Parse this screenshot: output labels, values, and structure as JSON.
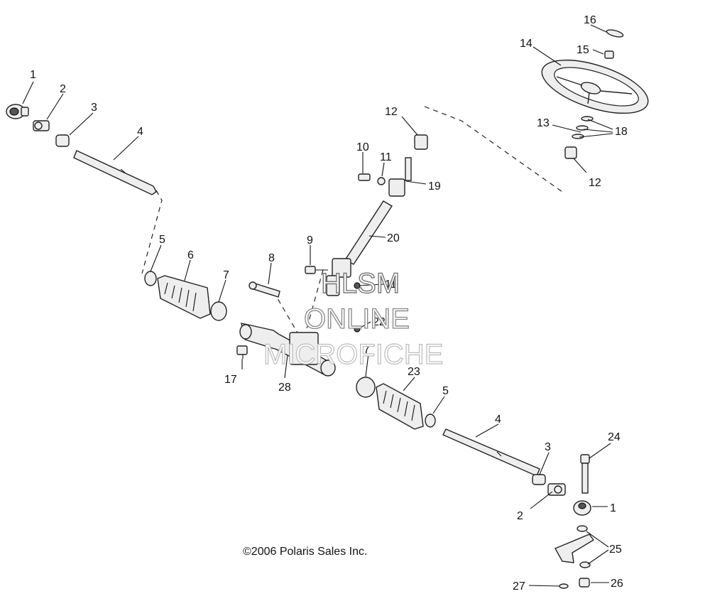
{
  "title": "",
  "copyright": "©2006 Polaris Sales Inc.",
  "watermark": {
    "line1": "HLSM",
    "line2": "ONLINE",
    "line3": "MICROFICHE"
  },
  "callouts": [
    "1",
    "2",
    "3",
    "4",
    "5",
    "6",
    "7",
    "8",
    "9",
    "10",
    "11",
    "12",
    "13",
    "14",
    "15",
    "16",
    "17",
    "18",
    "19",
    "20",
    "21",
    "22",
    "23",
    "24",
    "25",
    "26",
    "27",
    "28"
  ]
}
